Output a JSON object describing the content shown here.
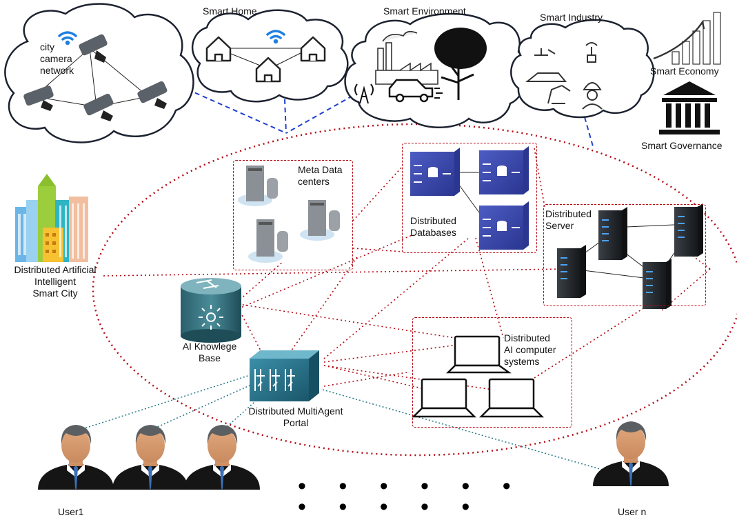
{
  "clouds": {
    "camera": {
      "label_line1": "city",
      "label_line2": "camera",
      "label_line3": "network"
    },
    "home": {
      "title": "Smart Home"
    },
    "environment": {
      "title": "Smart Environment"
    },
    "industry": {
      "title": "Smart Industry"
    }
  },
  "side": {
    "economy": "Smart Economy",
    "governance": "Smart Governance",
    "city_line1": "Distributed Artificial",
    "city_line2": "Intelligent",
    "city_line3": "Smart City"
  },
  "core": {
    "meta_line1": "Meta Data",
    "meta_line2": "centers",
    "db_line1": "Distributed",
    "db_line2": "Databases",
    "server_line1": "Distributed",
    "server_line2": "Server",
    "kb_line1": "AI Knowlege",
    "kb_line2": "Base",
    "ai_line1": "Distributed",
    "ai_line2": "AI computer",
    "ai_line3": "systems",
    "portal_line1": "Distributed MultiAgent",
    "portal_line2": "Portal"
  },
  "users": {
    "first": "User1",
    "last": "User n",
    "ellipsis": "• • • • • • • • • • •"
  },
  "colors": {
    "dashed_blue": "#1f3fd1",
    "dotted_red": "#b30a14",
    "dotted_teal": "#2e7d8c",
    "db_block": "#3b4aa8",
    "server": "#1f2327",
    "router": "#2f6f7c"
  },
  "icons": [
    "cctv-camera-icon",
    "house-icon",
    "wifi-icon",
    "factory-icon",
    "tree-icon",
    "car-icon",
    "antenna-icon",
    "robot-arm-icon",
    "worker-icon",
    "growth-chart-icon",
    "government-building-icon",
    "skyline-icon",
    "server-icon",
    "database-block-icon",
    "router-icon",
    "laptop-icon",
    "portal-switch-icon",
    "user-avatar-icon"
  ]
}
